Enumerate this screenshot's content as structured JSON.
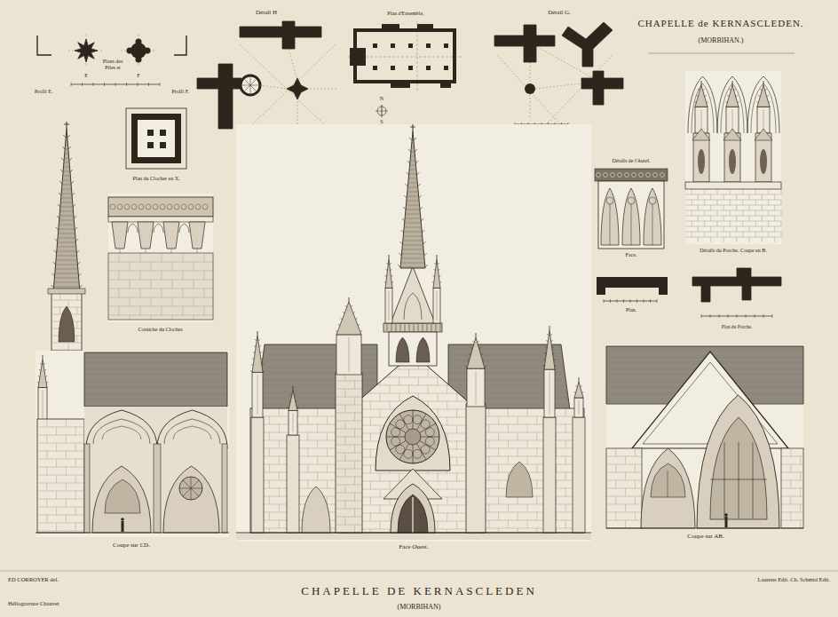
{
  "diagram": {
    "title": "CHAPELLE de KERNASCLEDEN.",
    "caption": "CHAPELLE DE KERNASCLEDEN",
    "labels": [
      "(MORBIHAN.)",
      "Profil E.",
      "Plans des Piles et",
      "E",
      "F",
      "Profil F.",
      "Détail H",
      "Plan d'Ensemble.",
      "N",
      "S",
      "Détail G.",
      "Plan du Clocher en X.",
      "Corniche du Clocher.",
      "Détails de l'Autel.",
      "Face.",
      "Plan.",
      "Détails du Porche. Coupe en B.",
      "Plan du Porche.",
      "Coupe sur CD.",
      "Face Ouest.",
      "Coupe sur AB.",
      "ED CORROYER del.",
      "Héliogravure Chauvet",
      "Laurens Edit. Ch. Schmid Edit.",
      "(MORBIHAN)"
    ]
  }
}
